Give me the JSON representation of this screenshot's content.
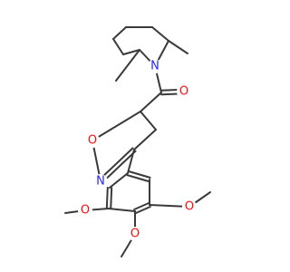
{
  "colors": {
    "bond": "#3a3a3a",
    "N": "#2424ff",
    "O": "#ff0d0d",
    "background": "#ffffff"
  },
  "atoms": [
    {
      "id": "N1",
      "label": "N",
      "element": "N"
    },
    {
      "id": "O_carbonyl",
      "label": "O",
      "element": "O"
    },
    {
      "id": "O_ring",
      "label": "O",
      "element": "O"
    },
    {
      "id": "N_ring",
      "label": "N",
      "element": "N"
    },
    {
      "id": "O_meta_left",
      "label": "O",
      "element": "O"
    },
    {
      "id": "O_para",
      "label": "O",
      "element": "O"
    },
    {
      "id": "O_meta_right",
      "label": "O",
      "element": "O"
    }
  ]
}
